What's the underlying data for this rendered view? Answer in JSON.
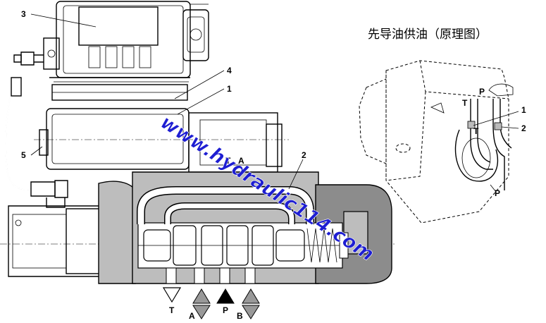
{
  "title": "先导油供油（原理图）",
  "watermark": "www.hydraulic114.com",
  "callouts": [
    "1",
    "2",
    "3",
    "4",
    "5"
  ],
  "valve_ports": [
    "T",
    "A",
    "P",
    "B"
  ],
  "pilot_ports": [
    "T",
    "A"
  ],
  "inset_labels": {
    "t": "T",
    "p": "P",
    "t_channel": "T",
    "p_bottom": "P",
    "n1": "1",
    "n2": "2"
  },
  "colors": {
    "body_gray": "#bdbdbd",
    "dark_gray": "#8c8c8c",
    "watermark": "#1e1ed2"
  }
}
